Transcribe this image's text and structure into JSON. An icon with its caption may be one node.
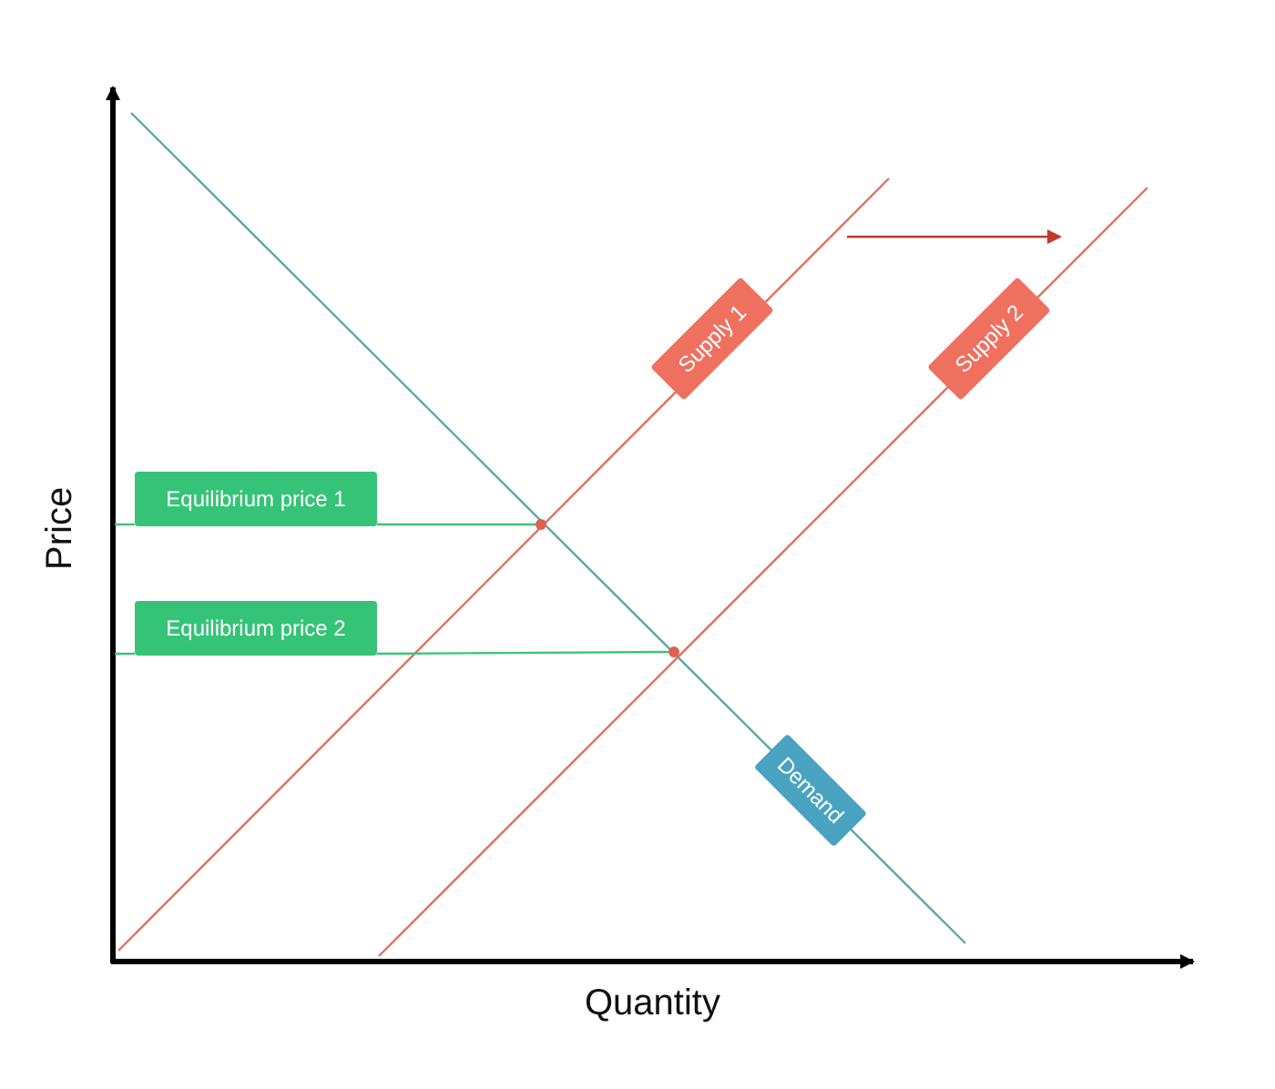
{
  "diagram": {
    "nodes": [
      {
        "text": [
          "Supply 1"
        ]
      },
      {
        "text": [
          "Supply 2"
        ]
      },
      {
        "text": [
          "Equilibrium price 1"
        ]
      },
      {
        "text": [
          "Equilibrium price 2"
        ]
      },
      {
        "text": [
          "Demand"
        ]
      },
      {
        "text": [],
        "shape": "circle"
      },
      {
        "text": [],
        "shape": "circle"
      }
    ],
    "edges": [
      {
        "from": 2,
        "to": 5,
        "arrow": "none"
      },
      {
        "from": 3,
        "to": 6,
        "arrow": "none"
      }
    ],
    "labels": [
      "Price",
      "Quantity"
    ]
  }
}
